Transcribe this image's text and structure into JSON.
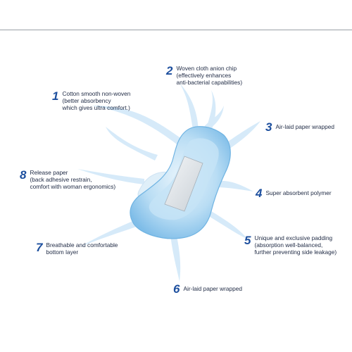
{
  "colors": {
    "accent": "#1d4f9e",
    "pad": "#a9d3f0",
    "rule": "#9aa0a6"
  },
  "callouts": [
    {
      "number": "1",
      "lines": [
        "Cotton smooth non-woven",
        "(better absorbency",
        "which gives ultra comfort.)"
      ]
    },
    {
      "number": "2",
      "lines": [
        "Woven cloth anion chip",
        "(effectively enhances",
        "anti-bacterial capabilities)"
      ]
    },
    {
      "number": "3",
      "lines": [
        "Air-laid paper wrapped"
      ]
    },
    {
      "number": "4",
      "lines": [
        "Super absorbent polymer"
      ]
    },
    {
      "number": "5",
      "lines": [
        "Unique and exclusive padding",
        "(absorption well-balanced,",
        "further preventing side leakage)"
      ]
    },
    {
      "number": "6",
      "lines": [
        "Air-laid paper wrapped"
      ]
    },
    {
      "number": "7",
      "lines": [
        "Breathable and comfortable",
        "bottom layer"
      ]
    },
    {
      "number": "8",
      "lines": [
        "Release paper",
        "(back adhesive restrain,",
        "comfort with woman ergonomics)"
      ]
    }
  ]
}
